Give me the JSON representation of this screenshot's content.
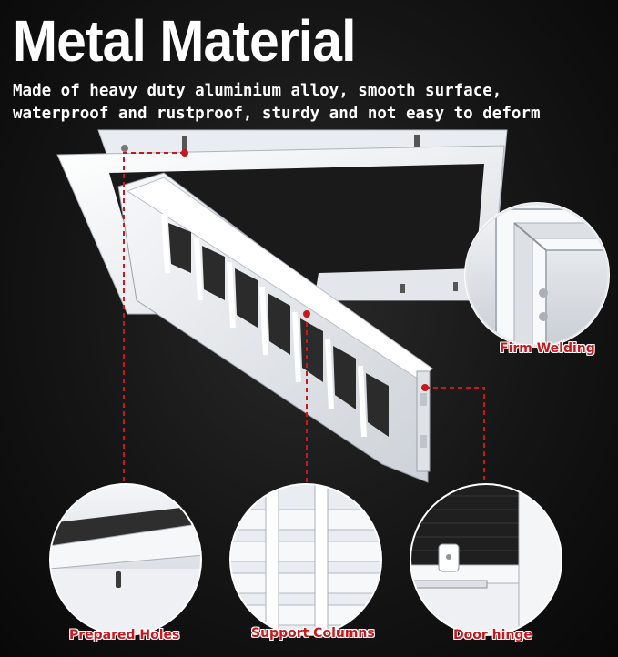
{
  "headline": "Metal Material",
  "subtitle": "Made of heavy duty aluminium alloy, smooth surface, waterproof and rustproof, sturdy and not easy to deform",
  "callouts": {
    "firm_welding": "Firm Welding",
    "prepared_holes": "Prepared Holes",
    "support_columns": "Support Columns",
    "door_hinge": "Door hinge"
  },
  "colors": {
    "callout_red": "#c8181e",
    "frame_white": "#f2f4f7",
    "background": "#141414"
  }
}
